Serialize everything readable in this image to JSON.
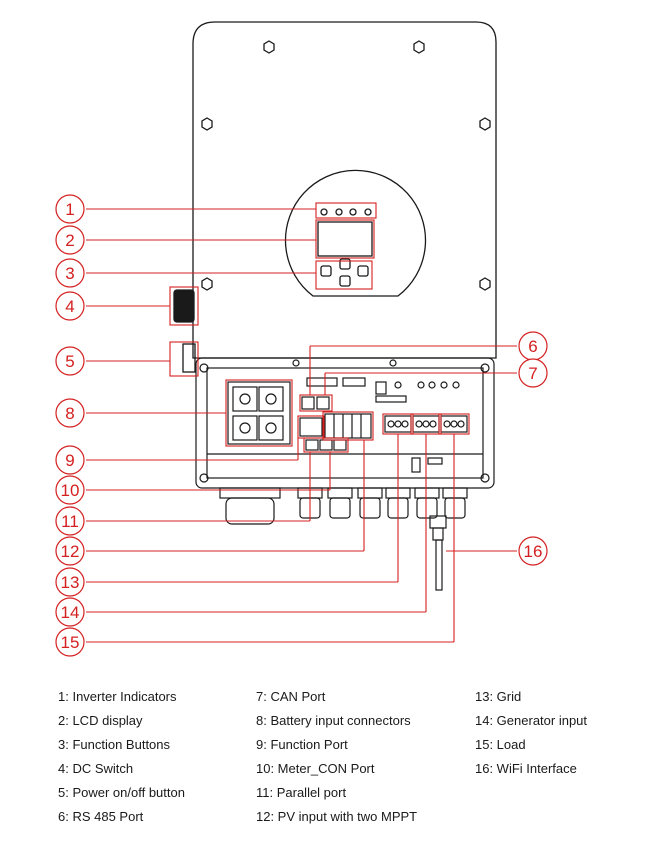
{
  "callouts": [
    {
      "n": "1",
      "label": "1: Inverter Indicators"
    },
    {
      "n": "2",
      "label": "2: LCD display"
    },
    {
      "n": "3",
      "label": "3: Function Buttons"
    },
    {
      "n": "4",
      "label": "4: DC Switch"
    },
    {
      "n": "5",
      "label": "5: Power on/off button"
    },
    {
      "n": "6",
      "label": "6: RS 485 Port"
    },
    {
      "n": "7",
      "label": "7: CAN Port"
    },
    {
      "n": "8",
      "label": "8: Battery input connectors"
    },
    {
      "n": "9",
      "label": "9: Function Port"
    },
    {
      "n": "10",
      "label": "10: Meter_CON Port"
    },
    {
      "n": "11",
      "label": "11: Parallel port"
    },
    {
      "n": "12",
      "label": "12: PV input with two MPPT"
    },
    {
      "n": "13",
      "label": "13: Grid"
    },
    {
      "n": "14",
      "label": "14: Generator input"
    },
    {
      "n": "15",
      "label": "15: Load"
    },
    {
      "n": "16",
      "label": "16: WiFi Interface"
    }
  ],
  "colors": {
    "callout": "#d42020",
    "outline": "#1a1a1a"
  }
}
